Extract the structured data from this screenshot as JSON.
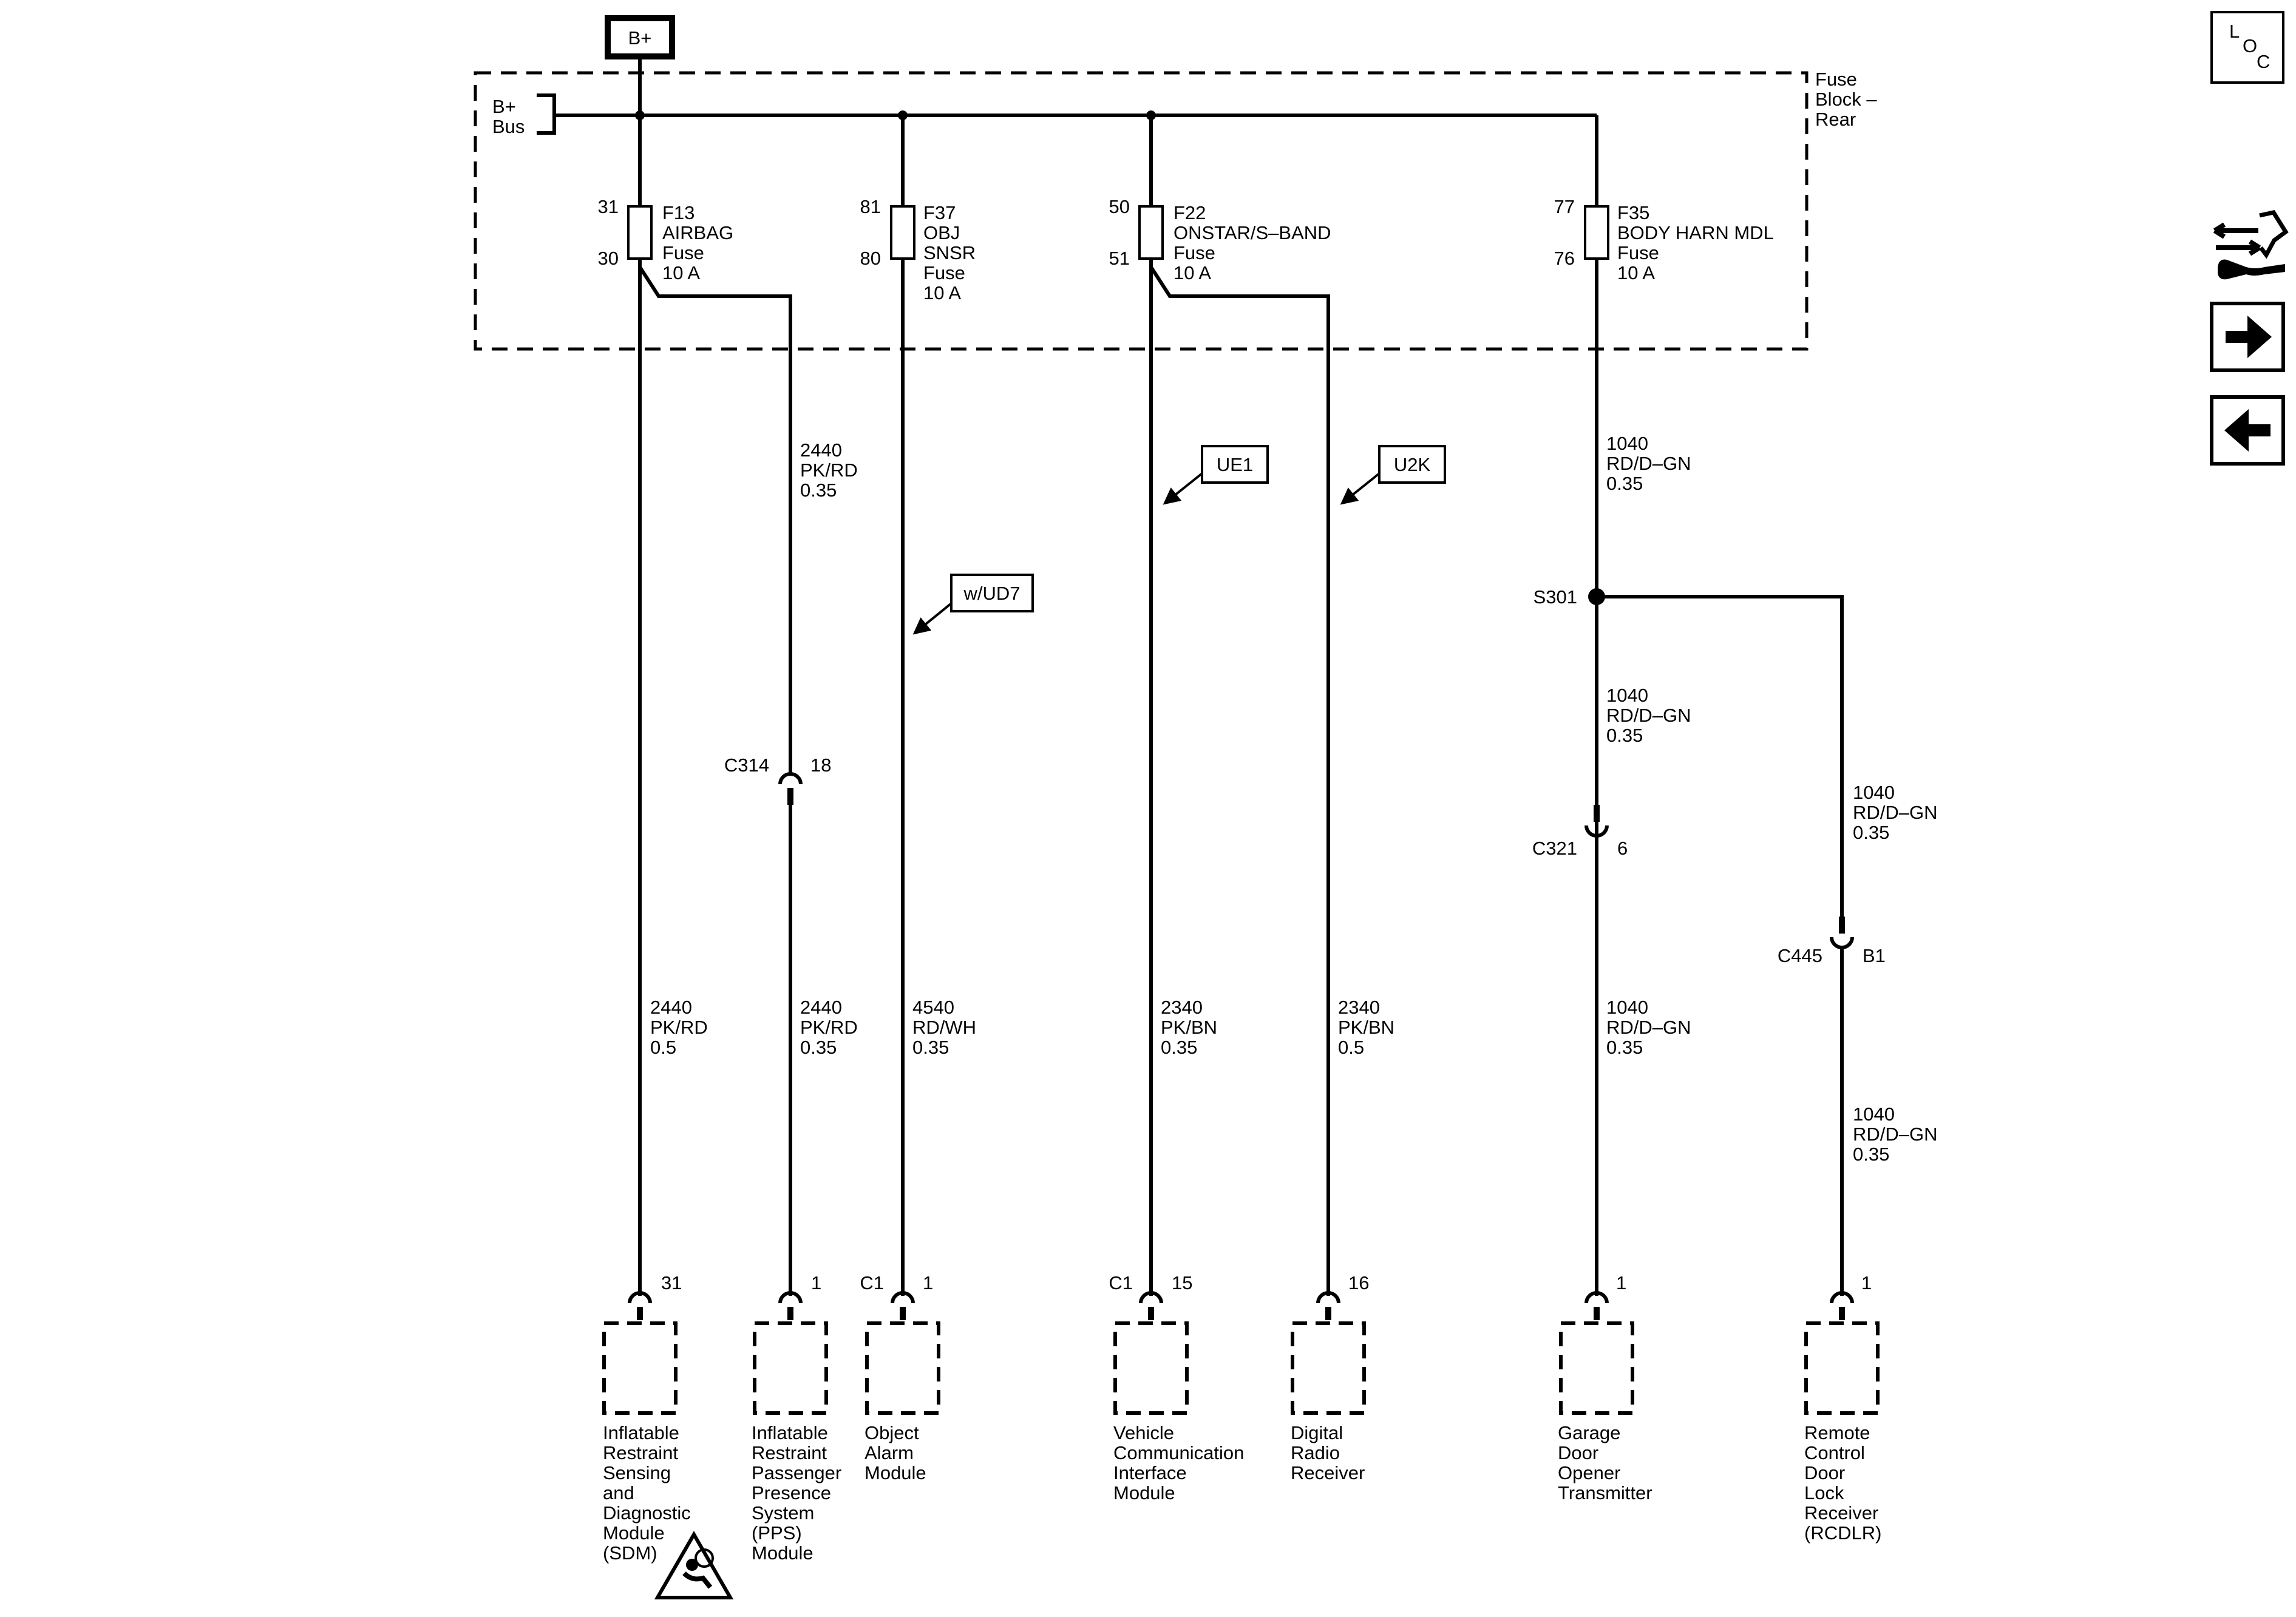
{
  "power": {
    "label": "B+"
  },
  "bus": {
    "l1": "B+",
    "l2": "Bus"
  },
  "fuse_block": {
    "l1": "Fuse",
    "l2": "Block –",
    "l3": "Rear"
  },
  "fuses": [
    {
      "pin_in": "31",
      "pin_out": "30",
      "name": "F13",
      "l2": "AIRBAG",
      "l3": "Fuse",
      "l4": "10 A"
    },
    {
      "pin_in": "81",
      "pin_out": "80",
      "name": "F37",
      "l2": "OBJ",
      "l3": "SNSR",
      "l4": "Fuse",
      "l5": "10 A"
    },
    {
      "pin_in": "50",
      "pin_out": "51",
      "name": "F22",
      "l2": "ONSTAR/S–BAND",
      "l3": "Fuse",
      "l4": "10 A"
    },
    {
      "pin_in": "77",
      "pin_out": "76",
      "name": "F35",
      "l2": "BODY HARN MDL",
      "l3": "Fuse",
      "l4": "10 A"
    }
  ],
  "options": {
    "ue1": "UE1",
    "u2k": "U2K",
    "wud7": "w/UD7"
  },
  "splice": {
    "label": "S301"
  },
  "wires": {
    "w2440_upper": {
      "c": "2440",
      "col": "PK/RD",
      "g": "0.35"
    },
    "w1040_a": {
      "c": "1040",
      "col": "RD/D–GN",
      "g": "0.35"
    },
    "w1040_b": {
      "c": "1040",
      "col": "RD/D–GN",
      "g": "0.35"
    },
    "w1040_c": {
      "c": "1040",
      "col": "RD/D–GN",
      "g": "0.35"
    },
    "w2440_sdm": {
      "c": "2440",
      "col": "PK/RD",
      "g": "0.5"
    },
    "w2440_pps": {
      "c": "2440",
      "col": "PK/RD",
      "g": "0.35"
    },
    "w4540": {
      "c": "4540",
      "col": "RD/WH",
      "g": "0.35"
    },
    "w2340_vcim": {
      "c": "2340",
      "col": "PK/BN",
      "g": "0.35"
    },
    "w2340_radio": {
      "c": "2340",
      "col": "PK/BN",
      "g": "0.5"
    },
    "w1040_d": {
      "c": "1040",
      "col": "RD/D–GN",
      "g": "0.35"
    },
    "w1040_e": {
      "c": "1040",
      "col": "RD/D–GN",
      "g": "0.35"
    }
  },
  "inline_connectors": {
    "c314": {
      "name": "C314",
      "pin": "18"
    },
    "c321": {
      "name": "C321",
      "pin": "6"
    },
    "c445": {
      "name": "C445",
      "pin": "B1"
    }
  },
  "modules": [
    {
      "pin": "31",
      "conn": "",
      "lines": [
        "Inflatable",
        "Restraint",
        "Sensing",
        "and",
        "Diagnostic",
        "Module",
        "(SDM)"
      ]
    },
    {
      "pin": "1",
      "conn": "",
      "lines": [
        "Inflatable",
        "Restraint",
        "Passenger",
        "Presence",
        "System",
        "(PPS)",
        "Module"
      ]
    },
    {
      "pin": "1",
      "conn": "C1",
      "lines": [
        "Object",
        "Alarm",
        "Module"
      ]
    },
    {
      "pin": "15",
      "conn": "C1",
      "lines": [
        "Vehicle",
        "Communication",
        "Interface",
        "Module"
      ]
    },
    {
      "pin": "16",
      "conn": "",
      "lines": [
        "Digital",
        "Radio",
        "Receiver"
      ]
    },
    {
      "pin": "1",
      "conn": "",
      "lines": [
        "Garage",
        "Door",
        "Opener",
        "Transmitter"
      ]
    },
    {
      "pin": "1",
      "conn": "",
      "lines": [
        "Remote",
        "Control",
        "Door",
        "Lock",
        "Receiver",
        "(RCDLR)"
      ]
    }
  ],
  "loc_icon": {
    "l": "L",
    "o": "O",
    "c": "C"
  },
  "nav_icons": [
    "connector-end-view-icon",
    "right-arrow-icon",
    "left-arrow-icon"
  ]
}
